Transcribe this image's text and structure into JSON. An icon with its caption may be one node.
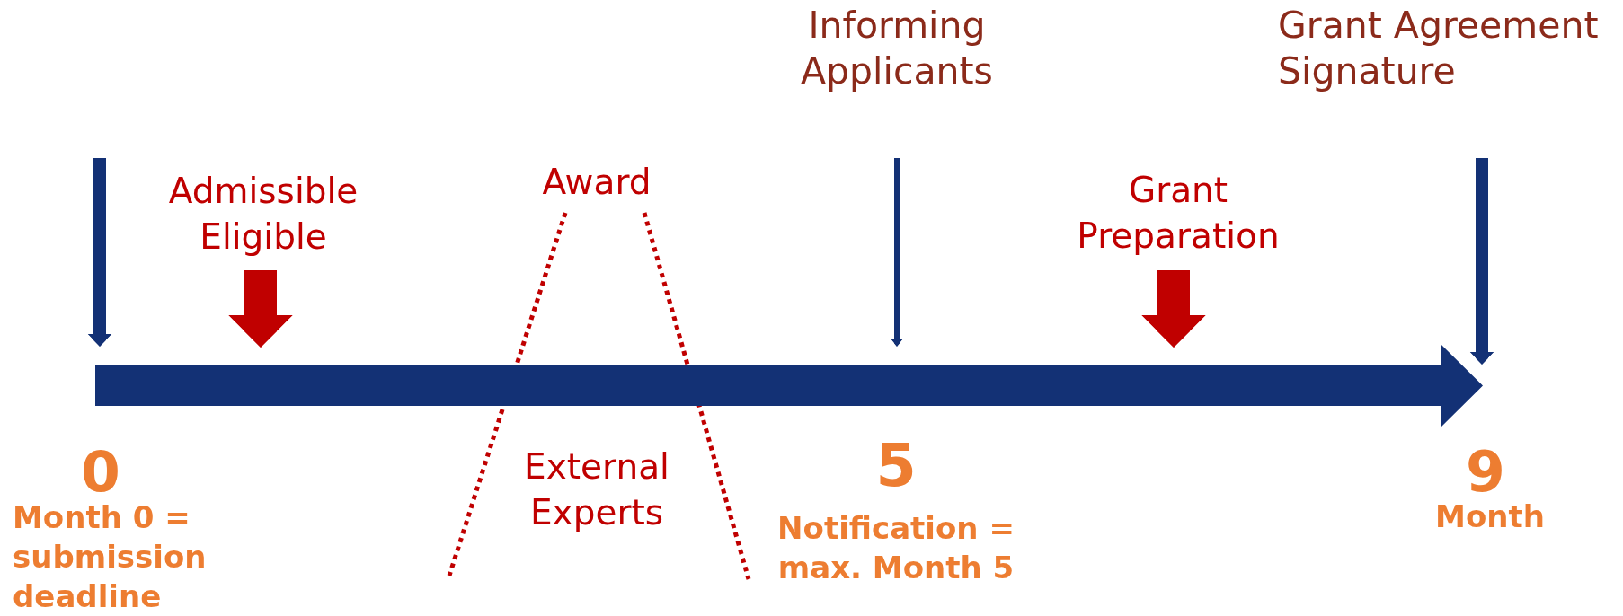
{
  "diagram": {
    "nodes": [
      {
        "text": [
          "Informing Applicants"
        ]
      },
      {
        "text": [
          "Grant Agreement Signature"
        ]
      },
      {
        "text": [
          "Admissible Eligible"
        ]
      },
      {
        "text": [
          "Grant Preparation"
        ]
      },
      {
        "text": [],
        "shape": "bar"
      }
    ],
    "edges": [
      {
        "from": null,
        "to": 4,
        "arrow": "to"
      },
      {
        "from": 2,
        "to": 4,
        "arrow": "to",
        "style": "thick",
        "color": "#c00000"
      },
      {
        "from": 0,
        "to": 4,
        "arrow": "to"
      },
      {
        "from": 3,
        "to": 4,
        "arrow": "to",
        "style": "thick",
        "color": "#c00000"
      },
      {
        "from": 1,
        "to": 4,
        "arrow": "to"
      }
    ],
    "labels": [
      "Award",
      "External Experts",
      "0",
      "Month 0 = submission deadline",
      "5",
      "Notification = max. Month 5",
      "9",
      "Month"
    ]
  }
}
